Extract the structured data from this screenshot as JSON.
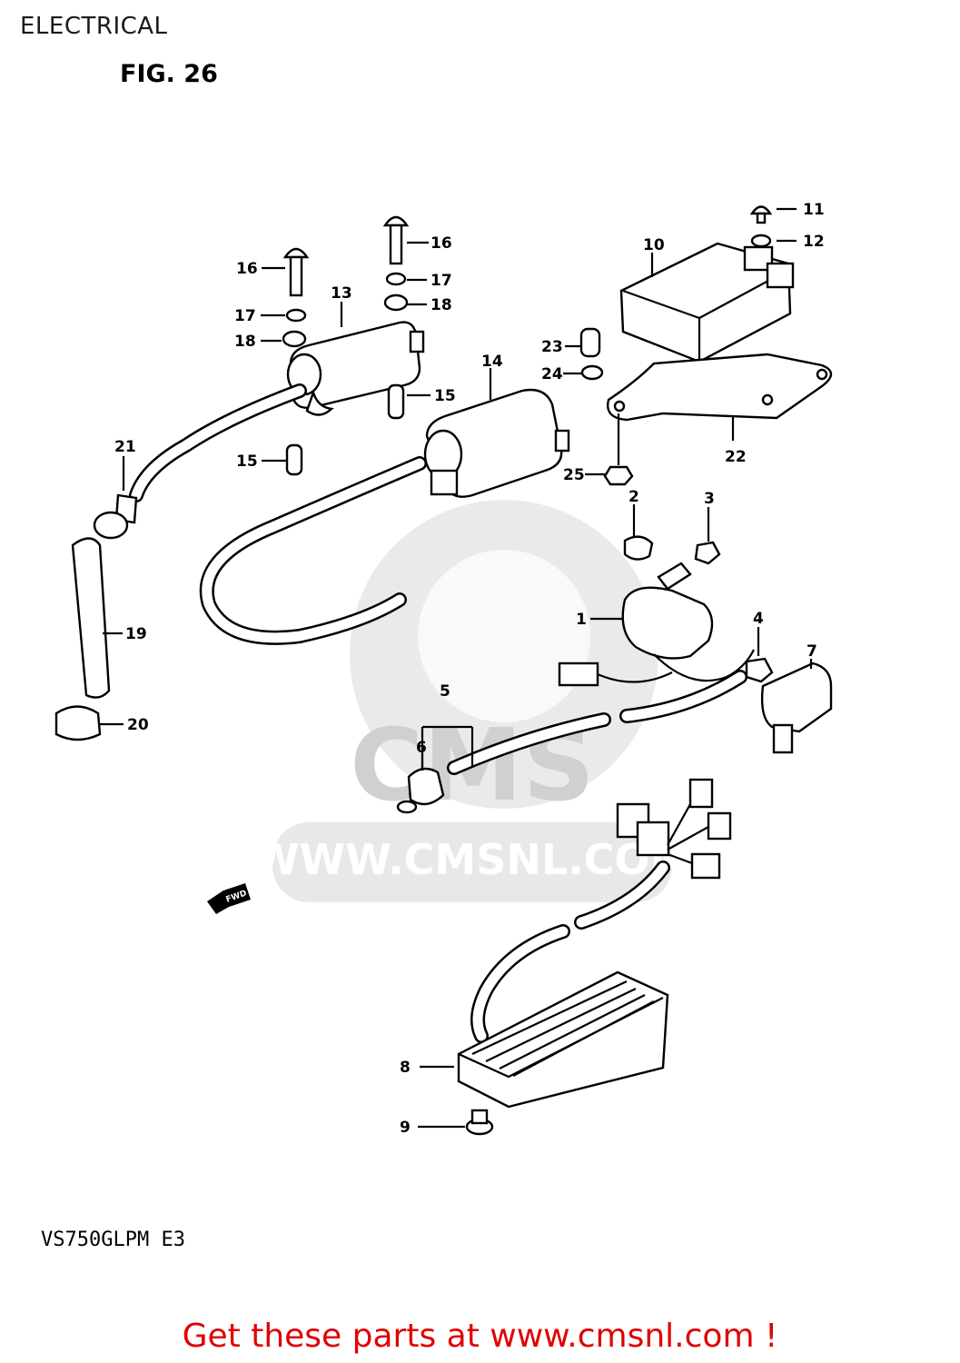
{
  "header": {
    "title": "ELECTRICAL"
  },
  "figure": {
    "label": "FIG. 26",
    "model": "VS750GLPM  E3"
  },
  "watermark": {
    "text": "WWW.CMSNL.COM",
    "logo": "CMS"
  },
  "direction_label": "FWD",
  "callouts": [
    "1",
    "2",
    "3",
    "4",
    "5",
    "6",
    "7",
    "8",
    "9",
    "10",
    "11",
    "12",
    "13",
    "14",
    "15",
    "15",
    "16",
    "16",
    "17",
    "17",
    "18",
    "18",
    "19",
    "20",
    "21",
    "22",
    "23",
    "24",
    "25"
  ],
  "footer": {
    "cta": "Get these parts at www.cmsnl.com !"
  },
  "colors": {
    "cta": "#e00000",
    "linework": "#000000",
    "watermark": "#d8d8d8"
  }
}
